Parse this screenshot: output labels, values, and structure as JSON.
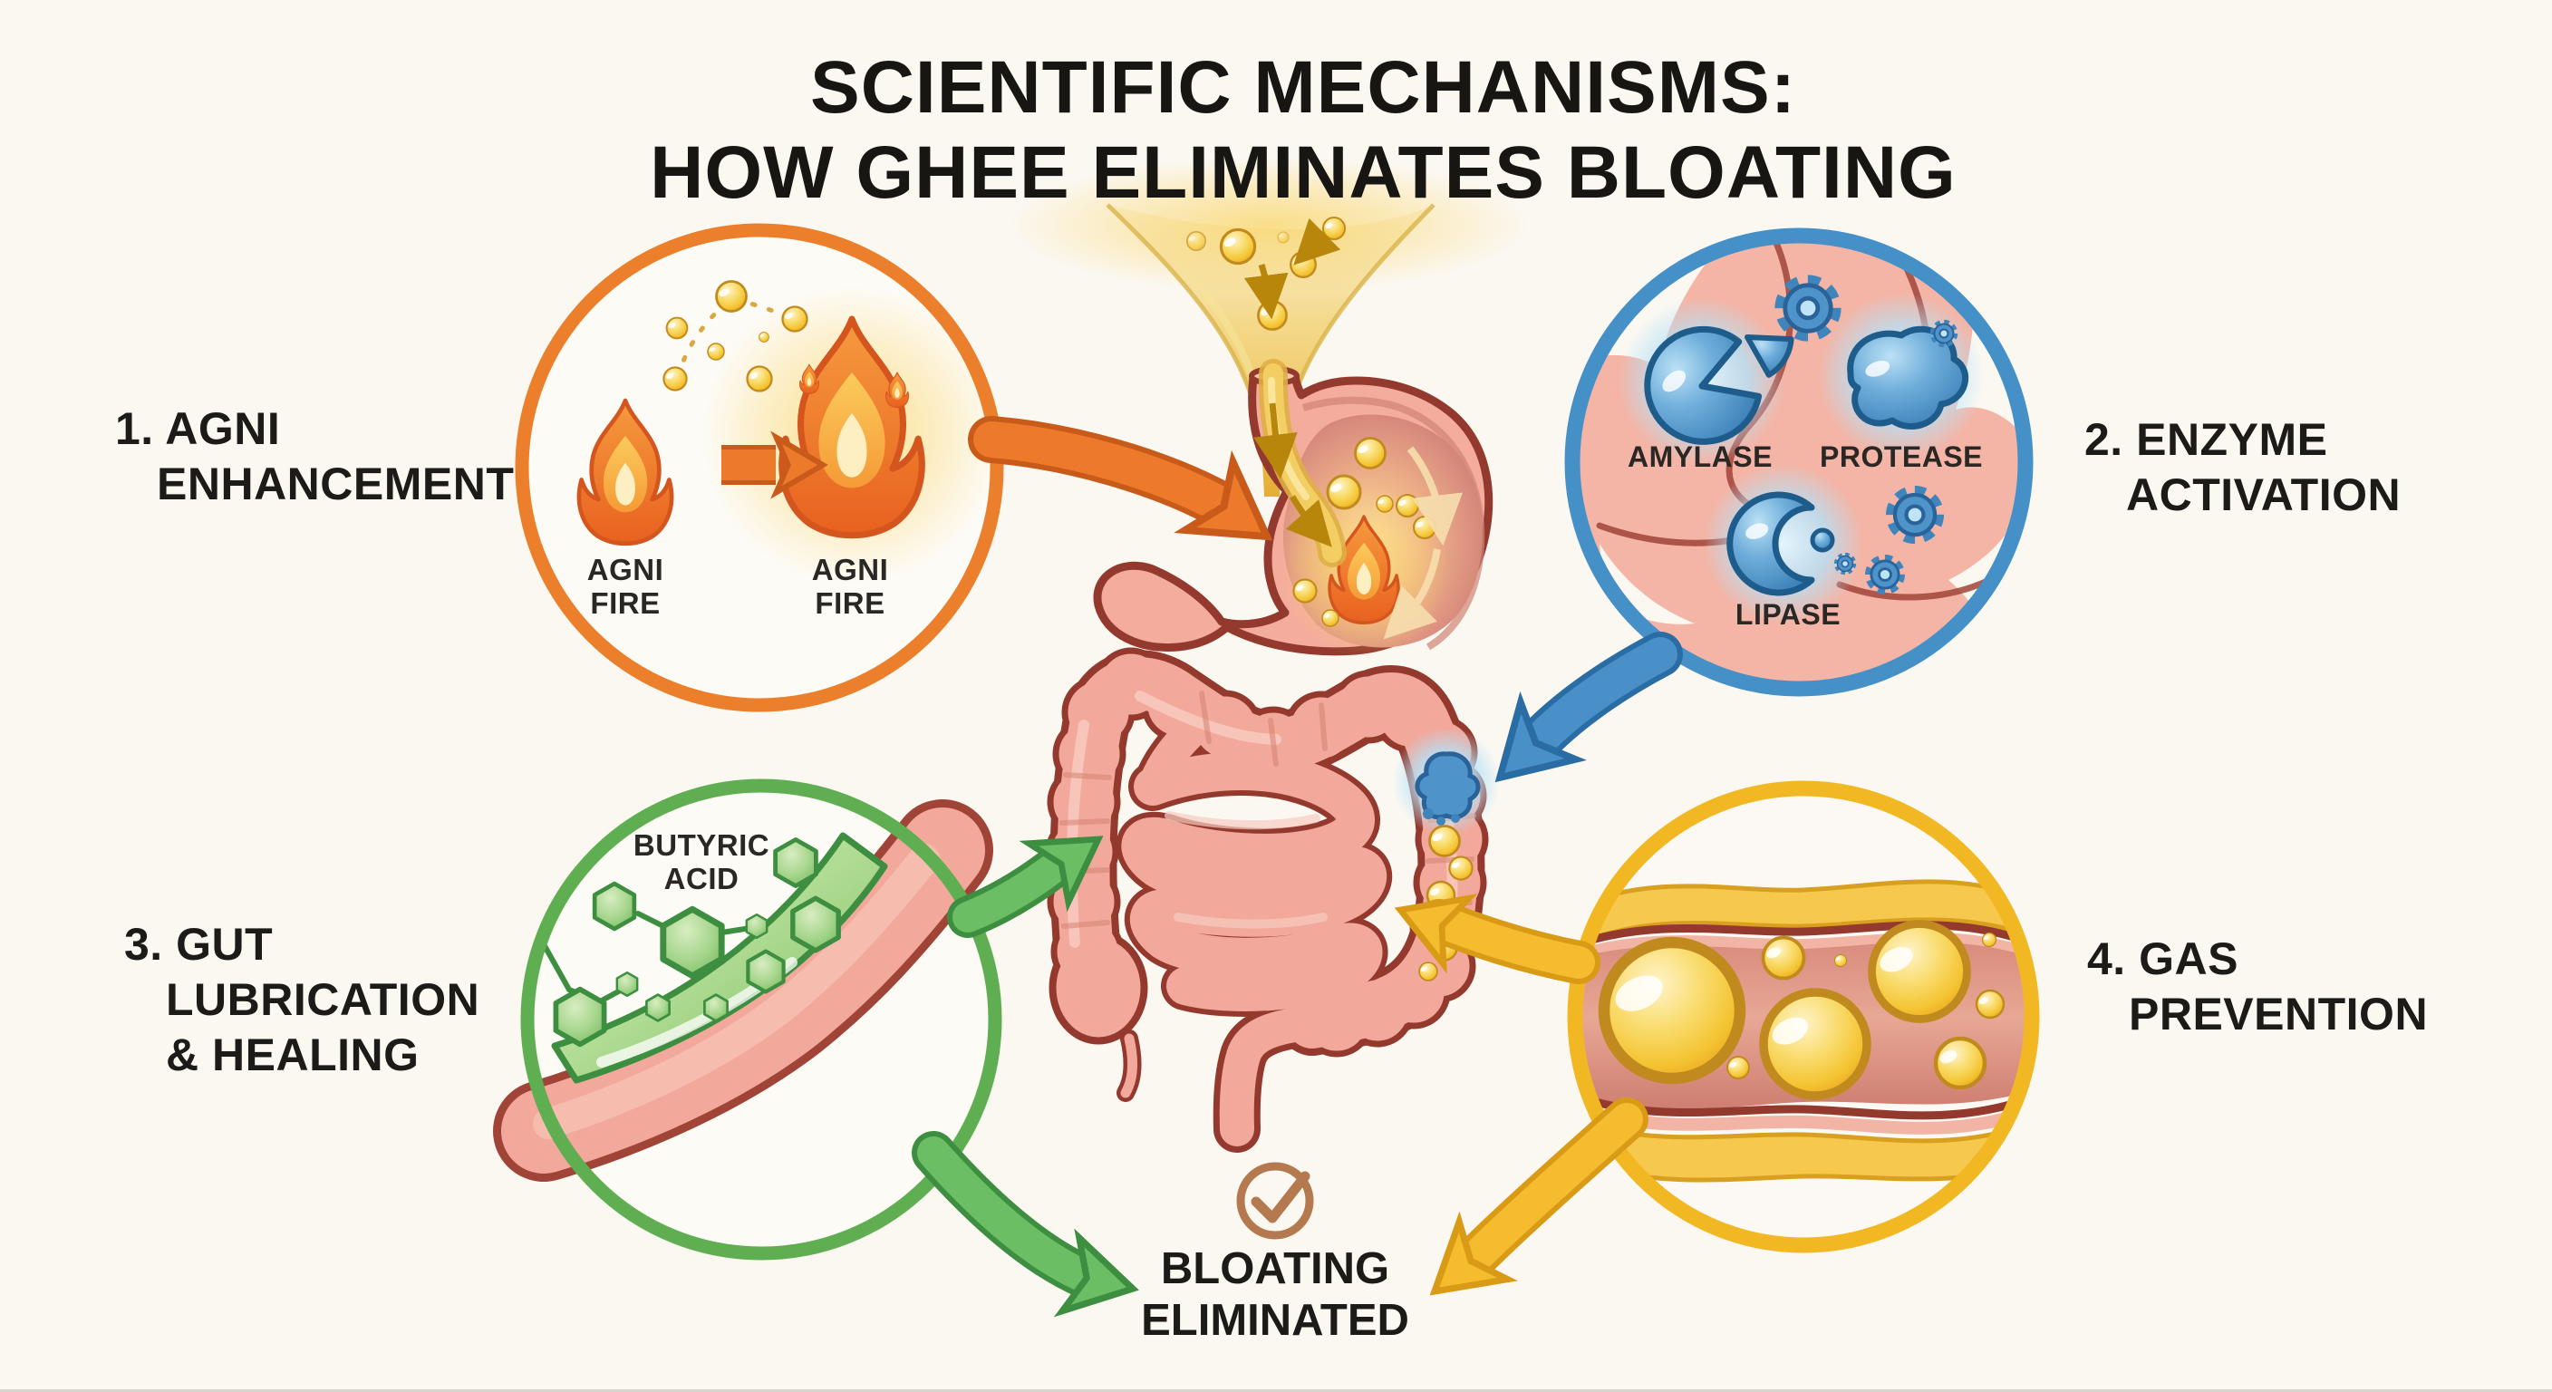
{
  "title": {
    "line1": "SCIENTIFIC MECHANISMS:",
    "line2": "HOW GHEE ELIMINATES BLOATING"
  },
  "mechanisms": {
    "m1": {
      "label_line1": "1. AGNI",
      "label_line2": "ENHANCEMENT",
      "caption_small_line1": "AGNI",
      "caption_small_line2": "FIRE",
      "caption_large_line1": "AGNI",
      "caption_large_line2": "FIRE"
    },
    "m2": {
      "label_line1": "2. ENZYME",
      "label_line2": "ACTIVATION",
      "enzyme1": "AMYLASE",
      "enzyme2": "PROTEASE",
      "enzyme3": "LIPASE"
    },
    "m3": {
      "label_line1": "3. GUT",
      "label_line2": "LUBRICATION",
      "label_line3": "& HEALING",
      "caption_line1": "BUTYRIC",
      "caption_line2": "ACID"
    },
    "m4": {
      "label_line1": "4. GAS",
      "label_line2": "PREVENTION"
    }
  },
  "result": {
    "line1": "BLOATING",
    "line2": "ELIMINATED"
  },
  "icons": {
    "checkmark": "✓",
    "flame": "agni-fire-flame",
    "gear": "enzyme-gear",
    "hexagon": "butyric-acid-molecule",
    "bubble": "ghee-droplet"
  },
  "colors": {
    "background": "#FBF8F2",
    "text": "#1D1B18",
    "agni_orange": "#EC7F2B",
    "enzyme_blue": "#4690C8",
    "gut_green": "#5FAF52",
    "gas_yellow": "#F2B824",
    "intestine_pink": "#F2A89A",
    "intestine_outline": "#93392D",
    "ghee_gold": "#F3C230",
    "checkmark_brown": "#B5794F"
  }
}
